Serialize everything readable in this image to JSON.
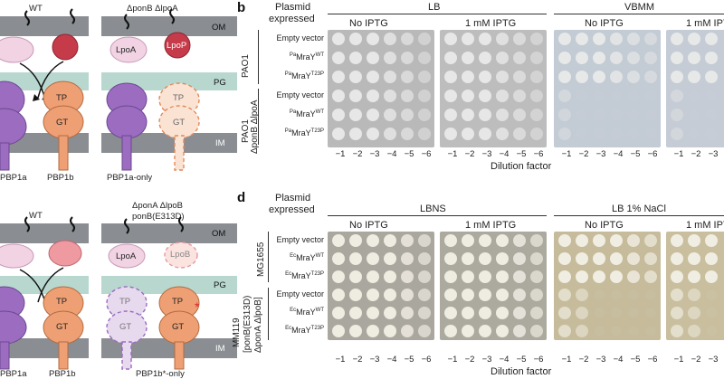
{
  "panels": {
    "b": {
      "letter": "b",
      "plasmid_header": [
        "Plasmid",
        "expressed"
      ],
      "media": [
        "LB",
        "VBMM"
      ],
      "conditions": [
        "No IPTG",
        "1 mM IPTG",
        "No IPTG",
        "1 mM IPT"
      ],
      "strains": [
        "PAO1",
        "PAO1",
        "ΔponB ΔlpoA"
      ],
      "rows": [
        {
          "label": "Empty vector",
          "pre": "",
          "sup": ""
        },
        {
          "label": "MraY",
          "pre": "Pa",
          "sup": "WT"
        },
        {
          "label": "MraY",
          "pre": "Pa",
          "sup": "T23P"
        },
        {
          "label": "Empty vector",
          "pre": "",
          "sup": ""
        },
        {
          "label": "MraY",
          "pre": "Pa",
          "sup": "WT"
        },
        {
          "label": "MraY",
          "pre": "Pa",
          "sup": "T23P"
        }
      ],
      "dilutions": [
        "−1",
        "−2",
        "−3",
        "−4",
        "−5",
        "−6"
      ],
      "xlabel": "Dilution factor",
      "colors": {
        "lb_plate": "#b9b9b9",
        "vbmm_plate": "#c3cbd4"
      }
    },
    "d": {
      "letter": "d",
      "plasmid_header": [
        "Plasmid",
        "expressed"
      ],
      "media": [
        "LBNS",
        "LB 1% NaCl"
      ],
      "conditions": [
        "No IPTG",
        "1 mM IPTG",
        "No IPTG",
        "1 mM IPT"
      ],
      "strains": [
        "MG1655",
        "MM119",
        "[ponB(E313D)",
        "ΔponA ΔlpoB]"
      ],
      "rows": [
        {
          "label": "Empty vector",
          "pre": "",
          "sup": ""
        },
        {
          "label": "MraY",
          "pre": "Ec",
          "sup": "WT"
        },
        {
          "label": "MraY",
          "pre": "Ec",
          "sup": "T23P"
        },
        {
          "label": "Empty vector",
          "pre": "",
          "sup": ""
        },
        {
          "label": "MraY",
          "pre": "Ec",
          "sup": "WT"
        },
        {
          "label": "MraY",
          "pre": "Ec",
          "sup": "T23P"
        }
      ],
      "dilutions": [
        "−1",
        "−2",
        "−3",
        "−4",
        "−5",
        "−6"
      ],
      "xlabel": "Dilution factor",
      "colors": {
        "lbns_plate": "#aaa79f",
        "nacl_plate": "#c6bb9b"
      }
    },
    "a": {
      "titles": [
        "WT",
        "ΔponB ΔlpoA"
      ],
      "membranes": [
        "OM",
        "PG",
        "IM"
      ],
      "labels": [
        "LpoA",
        "LpoP",
        "TP",
        "GT",
        "PBP1a",
        "PBP1b",
        "PBP1a-only"
      ]
    },
    "c": {
      "titles": [
        "WT",
        "ΔponA ΔlpoB",
        "ponB(E313D)"
      ],
      "membranes": [
        "OM",
        "PG",
        "IM"
      ],
      "labels": [
        "LpoA",
        "LpoB",
        "TP",
        "GT",
        "PBP1a",
        "PBP1b",
        "PBP1b*-only"
      ]
    }
  }
}
